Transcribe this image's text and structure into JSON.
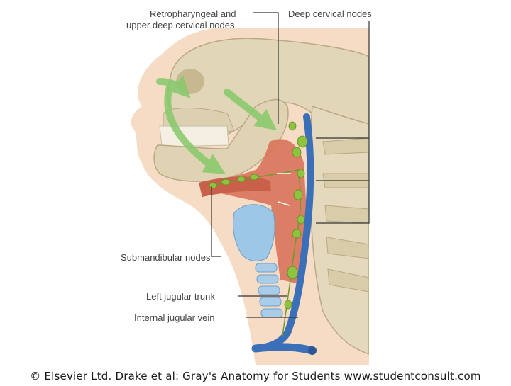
{
  "labels": {
    "retropharyngeal_line1": "Retropharyngeal and",
    "retropharyngeal_line2": "upper deep cervical nodes",
    "deep_cervical": "Deep cervical nodes",
    "submandibular": "Submandibular nodes",
    "left_jugular_trunk": "Left jugular trunk",
    "internal_jugular_vein": "Internal jugular vein"
  },
  "credit": "© Elsevier Ltd. Drake et al: Gray's Anatomy for Students www.studentconsult.com",
  "colors": {
    "bone": "#e2d6b8",
    "bone_shadow": "#b9a985",
    "skin": "#f6dcc4",
    "muscle": "#d9735b",
    "cartilage": "#9cc7e6",
    "vein": "#3b6fb8",
    "lymph_node": "#8fc23f",
    "flow_arrow": "#86c96a",
    "leader_line": "#333333"
  }
}
